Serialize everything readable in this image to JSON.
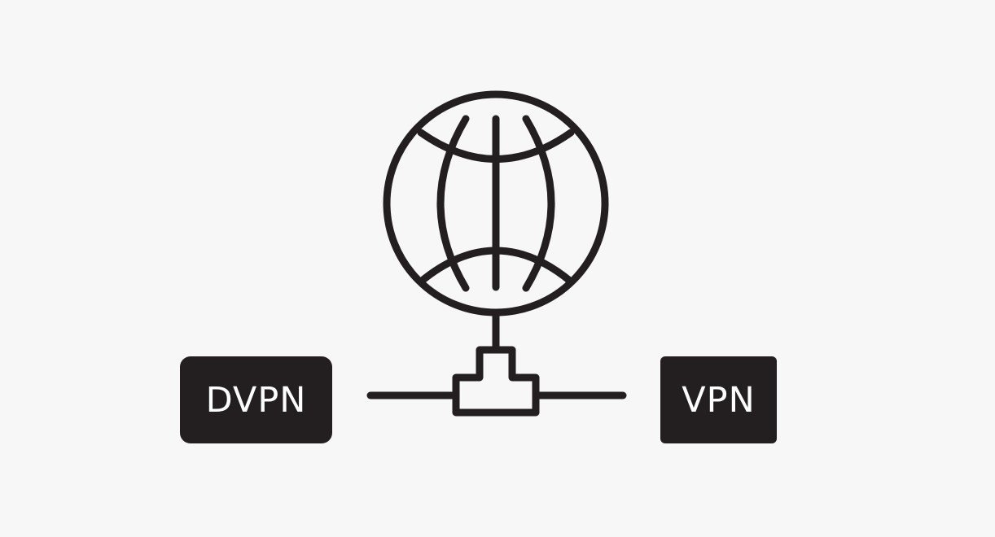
{
  "colors": {
    "background": "#f7f7f7",
    "ink": "#231f20",
    "label_text": "#ffffff"
  },
  "nodes": {
    "left": {
      "label": "DVPN",
      "icon": "label-box"
    },
    "right": {
      "label": "VPN",
      "icon": "label-box"
    },
    "center": {
      "icon": "globe-icon"
    },
    "connector": {
      "icon": "network-tee-connector-icon"
    }
  }
}
